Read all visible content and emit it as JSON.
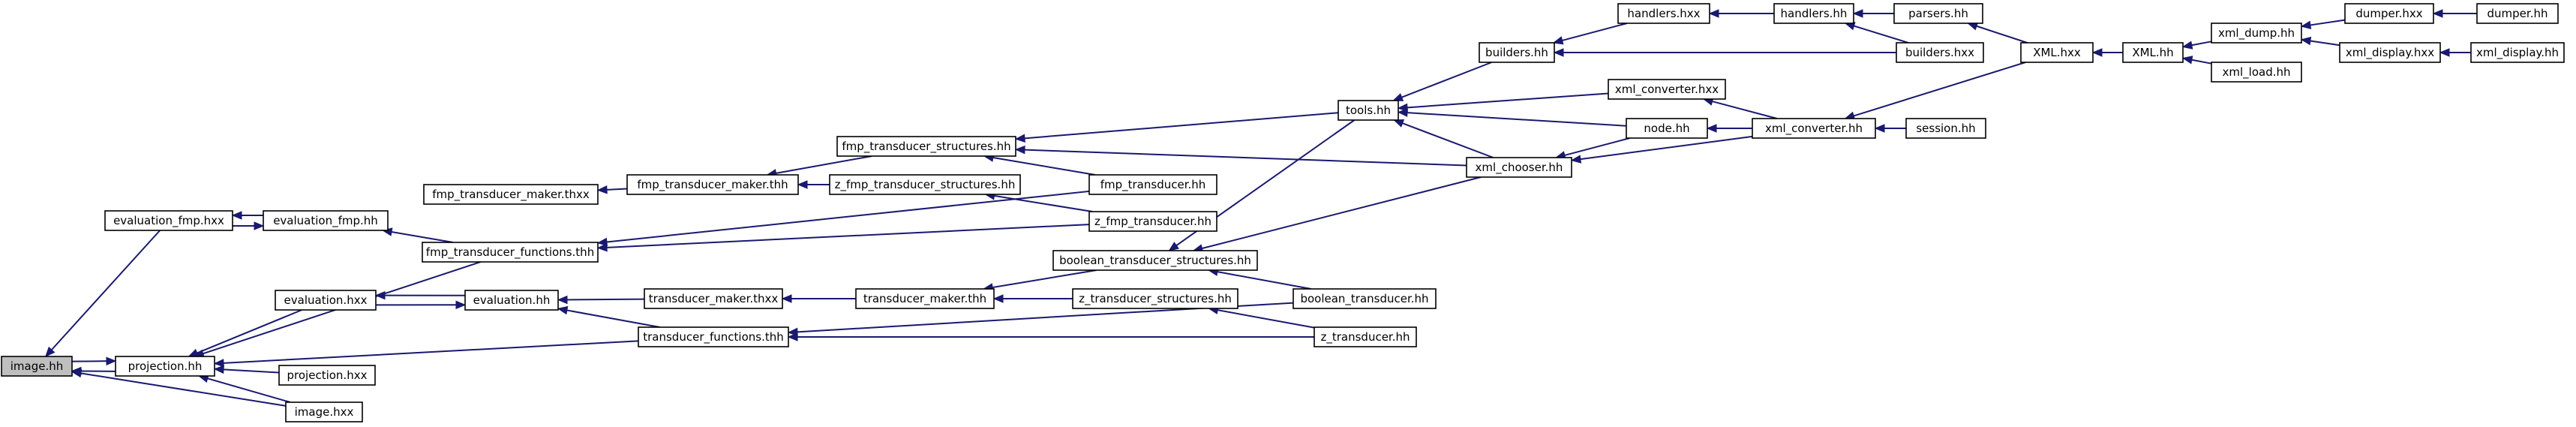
{
  "diagram": {
    "nodes": [
      {
        "id": "image_hh",
        "label": "image.hh",
        "root": true
      },
      {
        "id": "projection_hh",
        "label": "projection.hh"
      },
      {
        "id": "projection_hxx",
        "label": "projection.hxx"
      },
      {
        "id": "image_hxx",
        "label": "image.hxx"
      },
      {
        "id": "evaluation_fmp_hxx",
        "label": "evaluation_fmp.hxx"
      },
      {
        "id": "evaluation_fmp_hh",
        "label": "evaluation_fmp.hh"
      },
      {
        "id": "evaluation_hxx",
        "label": "evaluation.hxx"
      },
      {
        "id": "evaluation_hh",
        "label": "evaluation.hh"
      },
      {
        "id": "fmp_transducer_maker_thxx",
        "label": "fmp_transducer_maker.thxx"
      },
      {
        "id": "fmp_transducer_functions_thh",
        "label": "fmp_transducer_functions.thh"
      },
      {
        "id": "fmp_transducer_maker_thh",
        "label": "fmp_transducer_maker.thh"
      },
      {
        "id": "fmp_transducer_structures_hh",
        "label": "fmp_transducer_structures.hh"
      },
      {
        "id": "z_fmp_transducer_structures_hh",
        "label": "z_fmp_transducer_structures.hh"
      },
      {
        "id": "fmp_transducer_hh",
        "label": "fmp_transducer.hh"
      },
      {
        "id": "z_fmp_transducer_hh",
        "label": "z_fmp_transducer.hh"
      },
      {
        "id": "transducer_maker_thxx",
        "label": "transducer_maker.thxx"
      },
      {
        "id": "transducer_functions_thh",
        "label": "transducer_functions.thh"
      },
      {
        "id": "transducer_maker_thh",
        "label": "transducer_maker.thh"
      },
      {
        "id": "boolean_transducer_structures_hh",
        "label": "boolean_transducer_structures.hh"
      },
      {
        "id": "z_transducer_structures_hh",
        "label": "z_transducer_structures.hh"
      },
      {
        "id": "boolean_transducer_hh",
        "label": "boolean_transducer.hh"
      },
      {
        "id": "z_transducer_hh",
        "label": "z_transducer.hh"
      },
      {
        "id": "tools_hh",
        "label": "tools.hh"
      },
      {
        "id": "xml_chooser_hh",
        "label": "xml_chooser.hh"
      },
      {
        "id": "builders_hh",
        "label": "builders.hh"
      },
      {
        "id": "xml_converter_hxx",
        "label": "xml_converter.hxx"
      },
      {
        "id": "node_hh",
        "label": "node.hh"
      },
      {
        "id": "handlers_hxx",
        "label": "handlers.hxx"
      },
      {
        "id": "handlers_hh",
        "label": "handlers.hh"
      },
      {
        "id": "builders_hxx",
        "label": "builders.hxx"
      },
      {
        "id": "xml_converter_hh",
        "label": "xml_converter.hh"
      },
      {
        "id": "parsers_hh",
        "label": "parsers.hh"
      },
      {
        "id": "session_hh",
        "label": "session.hh"
      },
      {
        "id": "XML_hxx",
        "label": "XML.hxx"
      },
      {
        "id": "XML_hh",
        "label": "XML.hh"
      },
      {
        "id": "xml_dump_hh",
        "label": "xml_dump.hh"
      },
      {
        "id": "xml_load_hh",
        "label": "xml_load.hh"
      },
      {
        "id": "dumper_hxx",
        "label": "dumper.hxx"
      },
      {
        "id": "xml_display_hxx",
        "label": "xml_display.hxx"
      },
      {
        "id": "dumper_hh",
        "label": "dumper.hh"
      },
      {
        "id": "xml_display_hh",
        "label": "xml_display.hh"
      }
    ],
    "edges": [
      {
        "from": "projection_hh",
        "to": "image_hh"
      },
      {
        "from": "image_hxx",
        "to": "image_hh"
      },
      {
        "from": "evaluation_fmp_hxx",
        "to": "image_hh"
      },
      {
        "from": "image_hh",
        "to": "projection_hh"
      },
      {
        "from": "projection_hxx",
        "to": "projection_hh"
      },
      {
        "from": "image_hxx",
        "to": "projection_hh"
      },
      {
        "from": "evaluation_hxx",
        "to": "projection_hh"
      },
      {
        "from": "fmp_transducer_functions_thh",
        "to": "projection_hh"
      },
      {
        "from": "transducer_functions_thh",
        "to": "projection_hh"
      },
      {
        "from": "evaluation_fmp_hh",
        "to": "evaluation_fmp_hxx"
      },
      {
        "from": "evaluation_fmp_hxx",
        "to": "evaluation_fmp_hh"
      },
      {
        "from": "fmp_transducer_functions_thh",
        "to": "evaluation_fmp_hh"
      },
      {
        "from": "evaluation_hh",
        "to": "evaluation_hxx"
      },
      {
        "from": "evaluation_hxx",
        "to": "evaluation_hh"
      },
      {
        "from": "transducer_maker_thxx",
        "to": "evaluation_hh"
      },
      {
        "from": "transducer_functions_thh",
        "to": "evaluation_hh"
      },
      {
        "from": "fmp_transducer_maker_thh",
        "to": "fmp_transducer_maker_thxx"
      },
      {
        "from": "fmp_transducer_hh",
        "to": "fmp_transducer_functions_thh"
      },
      {
        "from": "z_fmp_transducer_hh",
        "to": "fmp_transducer_functions_thh"
      },
      {
        "from": "fmp_transducer_structures_hh",
        "to": "fmp_transducer_maker_thh"
      },
      {
        "from": "z_fmp_transducer_structures_hh",
        "to": "fmp_transducer_maker_thh"
      },
      {
        "from": "tools_hh",
        "to": "fmp_transducer_structures_hh"
      },
      {
        "from": "xml_chooser_hh",
        "to": "fmp_transducer_structures_hh"
      },
      {
        "from": "fmp_transducer_hh",
        "to": "fmp_transducer_structures_hh"
      },
      {
        "from": "z_fmp_transducer_hh",
        "to": "z_fmp_transducer_structures_hh"
      },
      {
        "from": "transducer_maker_thh",
        "to": "transducer_maker_thxx"
      },
      {
        "from": "boolean_transducer_hh",
        "to": "transducer_functions_thh"
      },
      {
        "from": "z_transducer_hh",
        "to": "transducer_functions_thh"
      },
      {
        "from": "boolean_transducer_structures_hh",
        "to": "transducer_maker_thh"
      },
      {
        "from": "z_transducer_structures_hh",
        "to": "transducer_maker_thh"
      },
      {
        "from": "tools_hh",
        "to": "boolean_transducer_structures_hh"
      },
      {
        "from": "xml_chooser_hh",
        "to": "boolean_transducer_structures_hh"
      },
      {
        "from": "boolean_transducer_hh",
        "to": "boolean_transducer_structures_hh"
      },
      {
        "from": "z_transducer_hh",
        "to": "z_transducer_structures_hh"
      },
      {
        "from": "builders_hh",
        "to": "tools_hh"
      },
      {
        "from": "xml_converter_hxx",
        "to": "tools_hh"
      },
      {
        "from": "node_hh",
        "to": "tools_hh"
      },
      {
        "from": "xml_chooser_hh",
        "to": "tools_hh"
      },
      {
        "from": "node_hh",
        "to": "xml_chooser_hh"
      },
      {
        "from": "xml_converter_hh",
        "to": "xml_chooser_hh"
      },
      {
        "from": "handlers_hxx",
        "to": "builders_hh"
      },
      {
        "from": "builders_hxx",
        "to": "builders_hh"
      },
      {
        "from": "xml_converter_hh",
        "to": "xml_converter_hxx"
      },
      {
        "from": "xml_converter_hh",
        "to": "node_hh"
      },
      {
        "from": "handlers_hh",
        "to": "handlers_hxx"
      },
      {
        "from": "parsers_hh",
        "to": "handlers_hh"
      },
      {
        "from": "builders_hxx",
        "to": "handlers_hh"
      },
      {
        "from": "XML_hxx",
        "to": "parsers_hh"
      },
      {
        "from": "XML_hxx",
        "to": "xml_converter_hh"
      },
      {
        "from": "session_hh",
        "to": "xml_converter_hh"
      },
      {
        "from": "XML_hh",
        "to": "XML_hxx"
      },
      {
        "from": "xml_dump_hh",
        "to": "XML_hh"
      },
      {
        "from": "xml_load_hh",
        "to": "XML_hh"
      },
      {
        "from": "dumper_hxx",
        "to": "xml_dump_hh"
      },
      {
        "from": "xml_display_hxx",
        "to": "xml_dump_hh"
      },
      {
        "from": "dumper_hh",
        "to": "dumper_hxx"
      },
      {
        "from": "xml_display_hh",
        "to": "xml_display_hxx"
      }
    ]
  }
}
